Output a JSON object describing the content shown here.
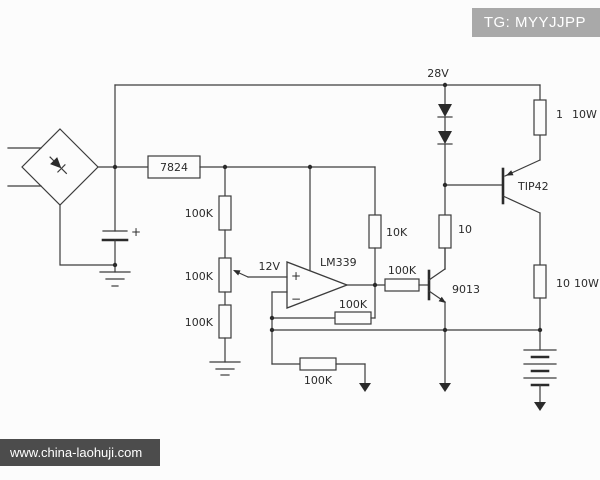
{
  "watermarks": {
    "top_right": "TG: MYYJJPP",
    "bottom_left": "www.china-laohuji.com"
  },
  "circuit": {
    "rail_voltage": "28V",
    "regulator": "7824",
    "capacitor_polarity": "+",
    "divider_r1": "100K",
    "divider_r2": "100K",
    "divider_r3": "100K",
    "pullup_r": "10K",
    "opamp_supply": "12V",
    "opamp_name": "LM339",
    "opamp_plus": "+",
    "opamp_minus": "−",
    "base_r": "100K",
    "feedback_r": "100K",
    "ground_r": "100K",
    "npn": "9013",
    "drive_r": "10",
    "pnp": "TIP42",
    "emitter_r": "1",
    "emitter_r_power": "10W",
    "output_r": "10",
    "output_r_power": "10W"
  },
  "colors": {
    "line": "#3c3c3c",
    "text": "#2b2b2b",
    "background": "#fcfcfc",
    "watermark_top_bg": "#a9a9a9",
    "watermark_bottom_bg": "#4c4c4c",
    "watermark_text": "#ffffff"
  }
}
